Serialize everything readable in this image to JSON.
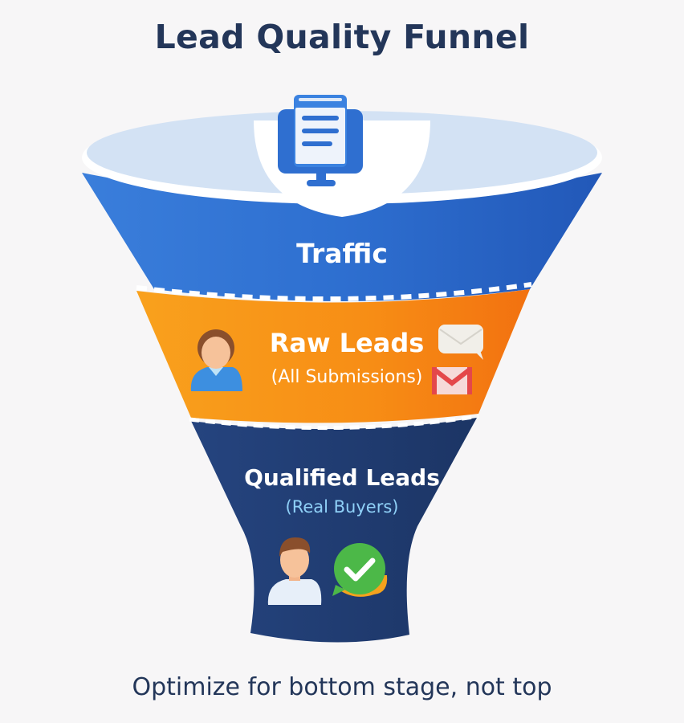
{
  "title": "Lead Quality Funnel",
  "stages": [
    {
      "label": "Traffic",
      "sublabel": "",
      "color": "#2f6fd0",
      "icon": "monitor-form-icon"
    },
    {
      "label": "Raw Leads",
      "sublabel": "(All Submissions)",
      "color": "#f7941d",
      "icons": [
        "person-icon",
        "envelope-icon",
        "gmail-icon"
      ]
    },
    {
      "label": "Qualified Leads",
      "sublabel": "(Real Buyers)",
      "color": "#1f3b6e",
      "icons": [
        "person-icon",
        "check-bubble-icon"
      ]
    }
  ],
  "footer": "Optimize for bottom stage, not top",
  "colors": {
    "title": "#233659",
    "traffic": "#2f6fd0",
    "raw_leads": "#f7941d",
    "qualified": "#1f3b6e",
    "rim": "#d3e2f4",
    "sublabel_qualified": "#8fd0f7",
    "check": "#4cb848"
  }
}
